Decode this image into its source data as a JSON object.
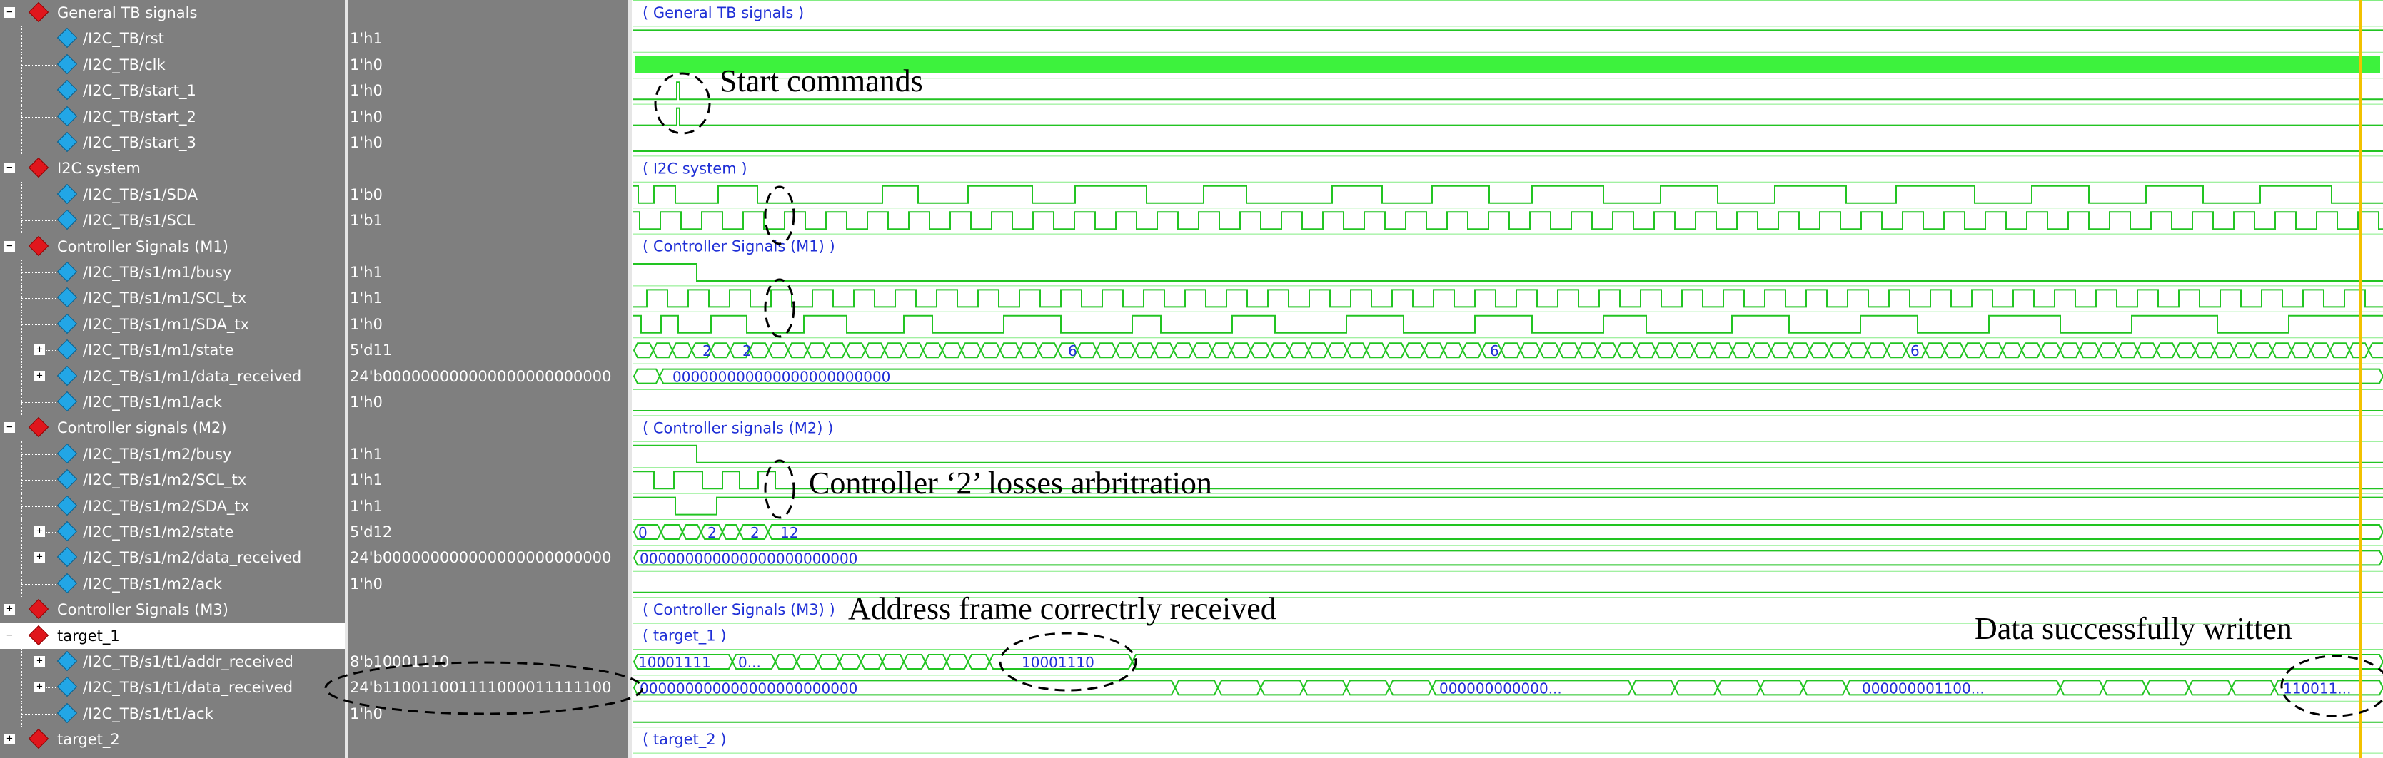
{
  "signals": [
    {
      "label": "General TB signals",
      "value": "",
      "kind": "group",
      "expand": "minus",
      "indent": 0
    },
    {
      "label": "/I2C_TB/rst",
      "value": "1'h1",
      "kind": "signal",
      "expand": "",
      "indent": 1
    },
    {
      "label": "/I2C_TB/clk",
      "value": "1'h0",
      "kind": "signal",
      "expand": "",
      "indent": 1
    },
    {
      "label": "/I2C_TB/start_1",
      "value": "1'h0",
      "kind": "signal",
      "expand": "",
      "indent": 1
    },
    {
      "label": "/I2C_TB/start_2",
      "value": "1'h0",
      "kind": "signal",
      "expand": "",
      "indent": 1
    },
    {
      "label": "/I2C_TB/start_3",
      "value": "1'h0",
      "kind": "signal",
      "expand": "",
      "indent": 1
    },
    {
      "label": "I2C system",
      "value": "",
      "kind": "group",
      "expand": "minus",
      "indent": 0
    },
    {
      "label": "/I2C_TB/s1/SDA",
      "value": "1'b0",
      "kind": "signal",
      "expand": "",
      "indent": 1
    },
    {
      "label": "/I2C_TB/s1/SCL",
      "value": "1'b1",
      "kind": "signal",
      "expand": "",
      "indent": 1
    },
    {
      "label": "Controller Signals (M1)",
      "value": "",
      "kind": "group",
      "expand": "minus",
      "indent": 0
    },
    {
      "label": "/I2C_TB/s1/m1/busy",
      "value": "1'h1",
      "kind": "signal",
      "expand": "",
      "indent": 1
    },
    {
      "label": "/I2C_TB/s1/m1/SCL_tx",
      "value": "1'h1",
      "kind": "signal",
      "expand": "",
      "indent": 1
    },
    {
      "label": "/I2C_TB/s1/m1/SDA_tx",
      "value": "1'h0",
      "kind": "signal",
      "expand": "",
      "indent": 1
    },
    {
      "label": "/I2C_TB/s1/m1/state",
      "value": "5'd11",
      "kind": "signal",
      "expand": "plus",
      "indent": 1
    },
    {
      "label": "/I2C_TB/s1/m1/data_received",
      "value": "24'b000000000000000000000000",
      "kind": "signal",
      "expand": "plus",
      "indent": 1
    },
    {
      "label": "/I2C_TB/s1/m1/ack",
      "value": "1'h0",
      "kind": "signal",
      "expand": "",
      "indent": 1
    },
    {
      "label": "Controller signals (M2)",
      "value": "",
      "kind": "group",
      "expand": "minus",
      "indent": 0
    },
    {
      "label": "/I2C_TB/s1/m2/busy",
      "value": "1'h1",
      "kind": "signal",
      "expand": "",
      "indent": 1
    },
    {
      "label": "/I2C_TB/s1/m2/SCL_tx",
      "value": "1'h1",
      "kind": "signal",
      "expand": "",
      "indent": 1
    },
    {
      "label": "/I2C_TB/s1/m2/SDA_tx",
      "value": "1'h1",
      "kind": "signal",
      "expand": "",
      "indent": 1
    },
    {
      "label": "/I2C_TB/s1/m2/state",
      "value": "5'd12",
      "kind": "signal",
      "expand": "plus",
      "indent": 1
    },
    {
      "label": "/I2C_TB/s1/m2/data_received",
      "value": "24'b000000000000000000000000",
      "kind": "signal",
      "expand": "plus",
      "indent": 1
    },
    {
      "label": "/I2C_TB/s1/m2/ack",
      "value": "1'h0",
      "kind": "signal",
      "expand": "",
      "indent": 1
    },
    {
      "label": "Controller Signals (M3)",
      "value": "",
      "kind": "group",
      "expand": "plus",
      "indent": 0
    },
    {
      "label": "target_1",
      "value": "",
      "kind": "group",
      "expand": "minus",
      "indent": 0,
      "selected": true
    },
    {
      "label": "/I2C_TB/s1/t1/addr_received",
      "value": "8'b10001110",
      "kind": "signal",
      "expand": "plus",
      "indent": 1
    },
    {
      "label": "/I2C_TB/s1/t1/data_received",
      "value": "24'b110011001111000011111100",
      "kind": "signal",
      "expand": "plus",
      "indent": 1
    },
    {
      "label": "/I2C_TB/s1/t1/ack",
      "value": "1'h0",
      "kind": "signal",
      "expand": "",
      "indent": 1
    },
    {
      "label": "target_2",
      "value": "",
      "kind": "group",
      "expand": "plus",
      "indent": 0
    }
  ],
  "waves": {
    "group_labels": {
      "0": "( General TB signals )",
      "6": "( I2C system )",
      "9": "( Controller Signals (M1) )",
      "16": "( Controller signals (M2) )",
      "23": "( Controller Signals (M3) )",
      "24": "( target_1 )",
      "28": "( target_2 )"
    },
    "m1_state_labels": [
      "2",
      "2",
      "6",
      "6",
      "6"
    ],
    "m1_data_label": "000000000000000000000000",
    "m2_state_labels": [
      "0",
      "2",
      "2",
      "12"
    ],
    "m2_data_label": "000000000000000000000000",
    "t1_addr_labels": [
      "10001111",
      "0...",
      "10001110"
    ],
    "t1_data_labels": [
      "000000000000000000000000",
      "000000000000...",
      "000000001100...",
      "110011..."
    ]
  },
  "annotations": {
    "start_commands": "Start commands",
    "arbitration": "Controller ‘2’ losses arbritration",
    "address_frame": "Address frame correctrly received",
    "data_written": "Data successfully written"
  },
  "colors": {
    "wave": "#22c422",
    "clock_bar": "#3df23d",
    "bus_text": "#1f2fd6",
    "cursor": "#f2c200",
    "pane_bg": "#7f7f7f"
  }
}
